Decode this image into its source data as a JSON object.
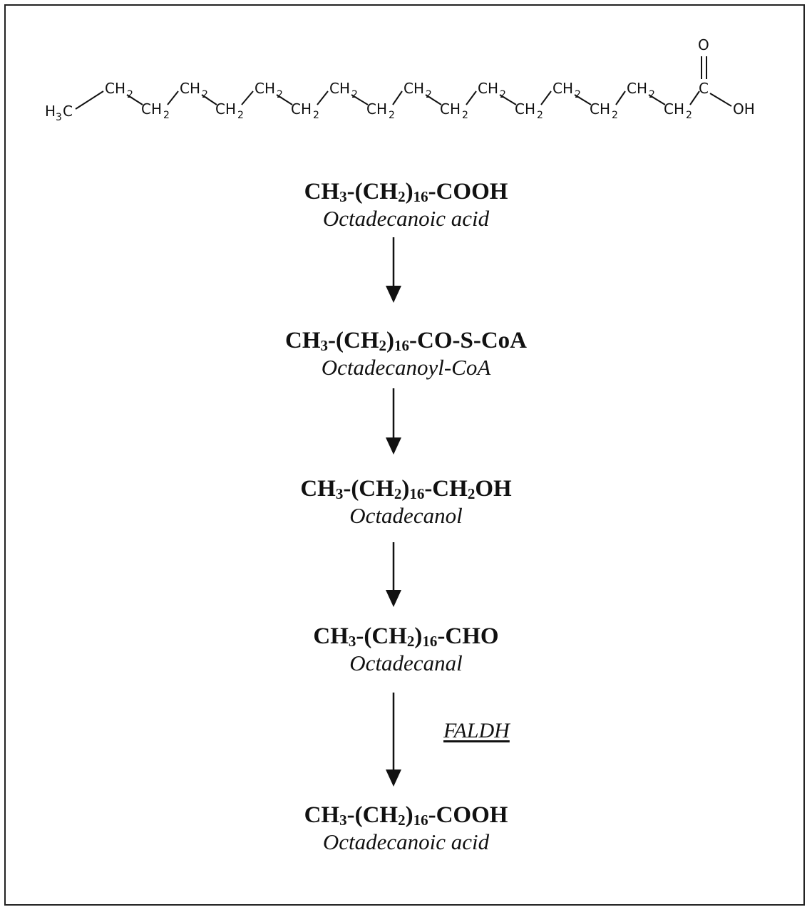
{
  "structure": {
    "methyl": {
      "main": "H",
      "sub": "3",
      "tail": "C"
    },
    "methylene": {
      "main": "CH",
      "sub": "2"
    },
    "carbonyl_o": "O",
    "carboxyl_c": "C",
    "hydroxyl": "OH"
  },
  "stages": [
    {
      "formula": [
        {
          "t": "CH"
        },
        {
          "sub": "3"
        },
        {
          "t": "-(CH"
        },
        {
          "sub": "2"
        },
        {
          "t": ")"
        },
        {
          "sub": "16"
        },
        {
          "t": "-COOH"
        }
      ],
      "name": "Octadecanoic acid"
    },
    {
      "formula": [
        {
          "t": "CH"
        },
        {
          "sub": "3"
        },
        {
          "t": "-(CH"
        },
        {
          "sub": "2"
        },
        {
          "t": ")"
        },
        {
          "sub": "16"
        },
        {
          "t": "-CO-S-CoA"
        }
      ],
      "name": "Octadecanoyl-CoA"
    },
    {
      "formula": [
        {
          "t": "CH"
        },
        {
          "sub": "3"
        },
        {
          "t": "-(CH"
        },
        {
          "sub": "2"
        },
        {
          "t": ")"
        },
        {
          "sub": "16"
        },
        {
          "t": "-CH"
        },
        {
          "sub": "2"
        },
        {
          "t": "OH"
        }
      ],
      "name": "Octadecanol"
    },
    {
      "formula": [
        {
          "t": "CH"
        },
        {
          "sub": "3"
        },
        {
          "t": "-(CH"
        },
        {
          "sub": "2"
        },
        {
          "t": ")"
        },
        {
          "sub": "16"
        },
        {
          "t": "-CHO"
        }
      ],
      "name": "Octadecanal"
    },
    {
      "formula": [
        {
          "t": "CH"
        },
        {
          "sub": "3"
        },
        {
          "t": "-(CH"
        },
        {
          "sub": "2"
        },
        {
          "t": ")"
        },
        {
          "sub": "16"
        },
        {
          "t": "-COOH"
        }
      ],
      "name": "Octadecanoic acid"
    }
  ],
  "enzyme_label": "FALDH",
  "colors": {
    "ink": "#111111",
    "frame": "#222222",
    "background": "#ffffff"
  }
}
